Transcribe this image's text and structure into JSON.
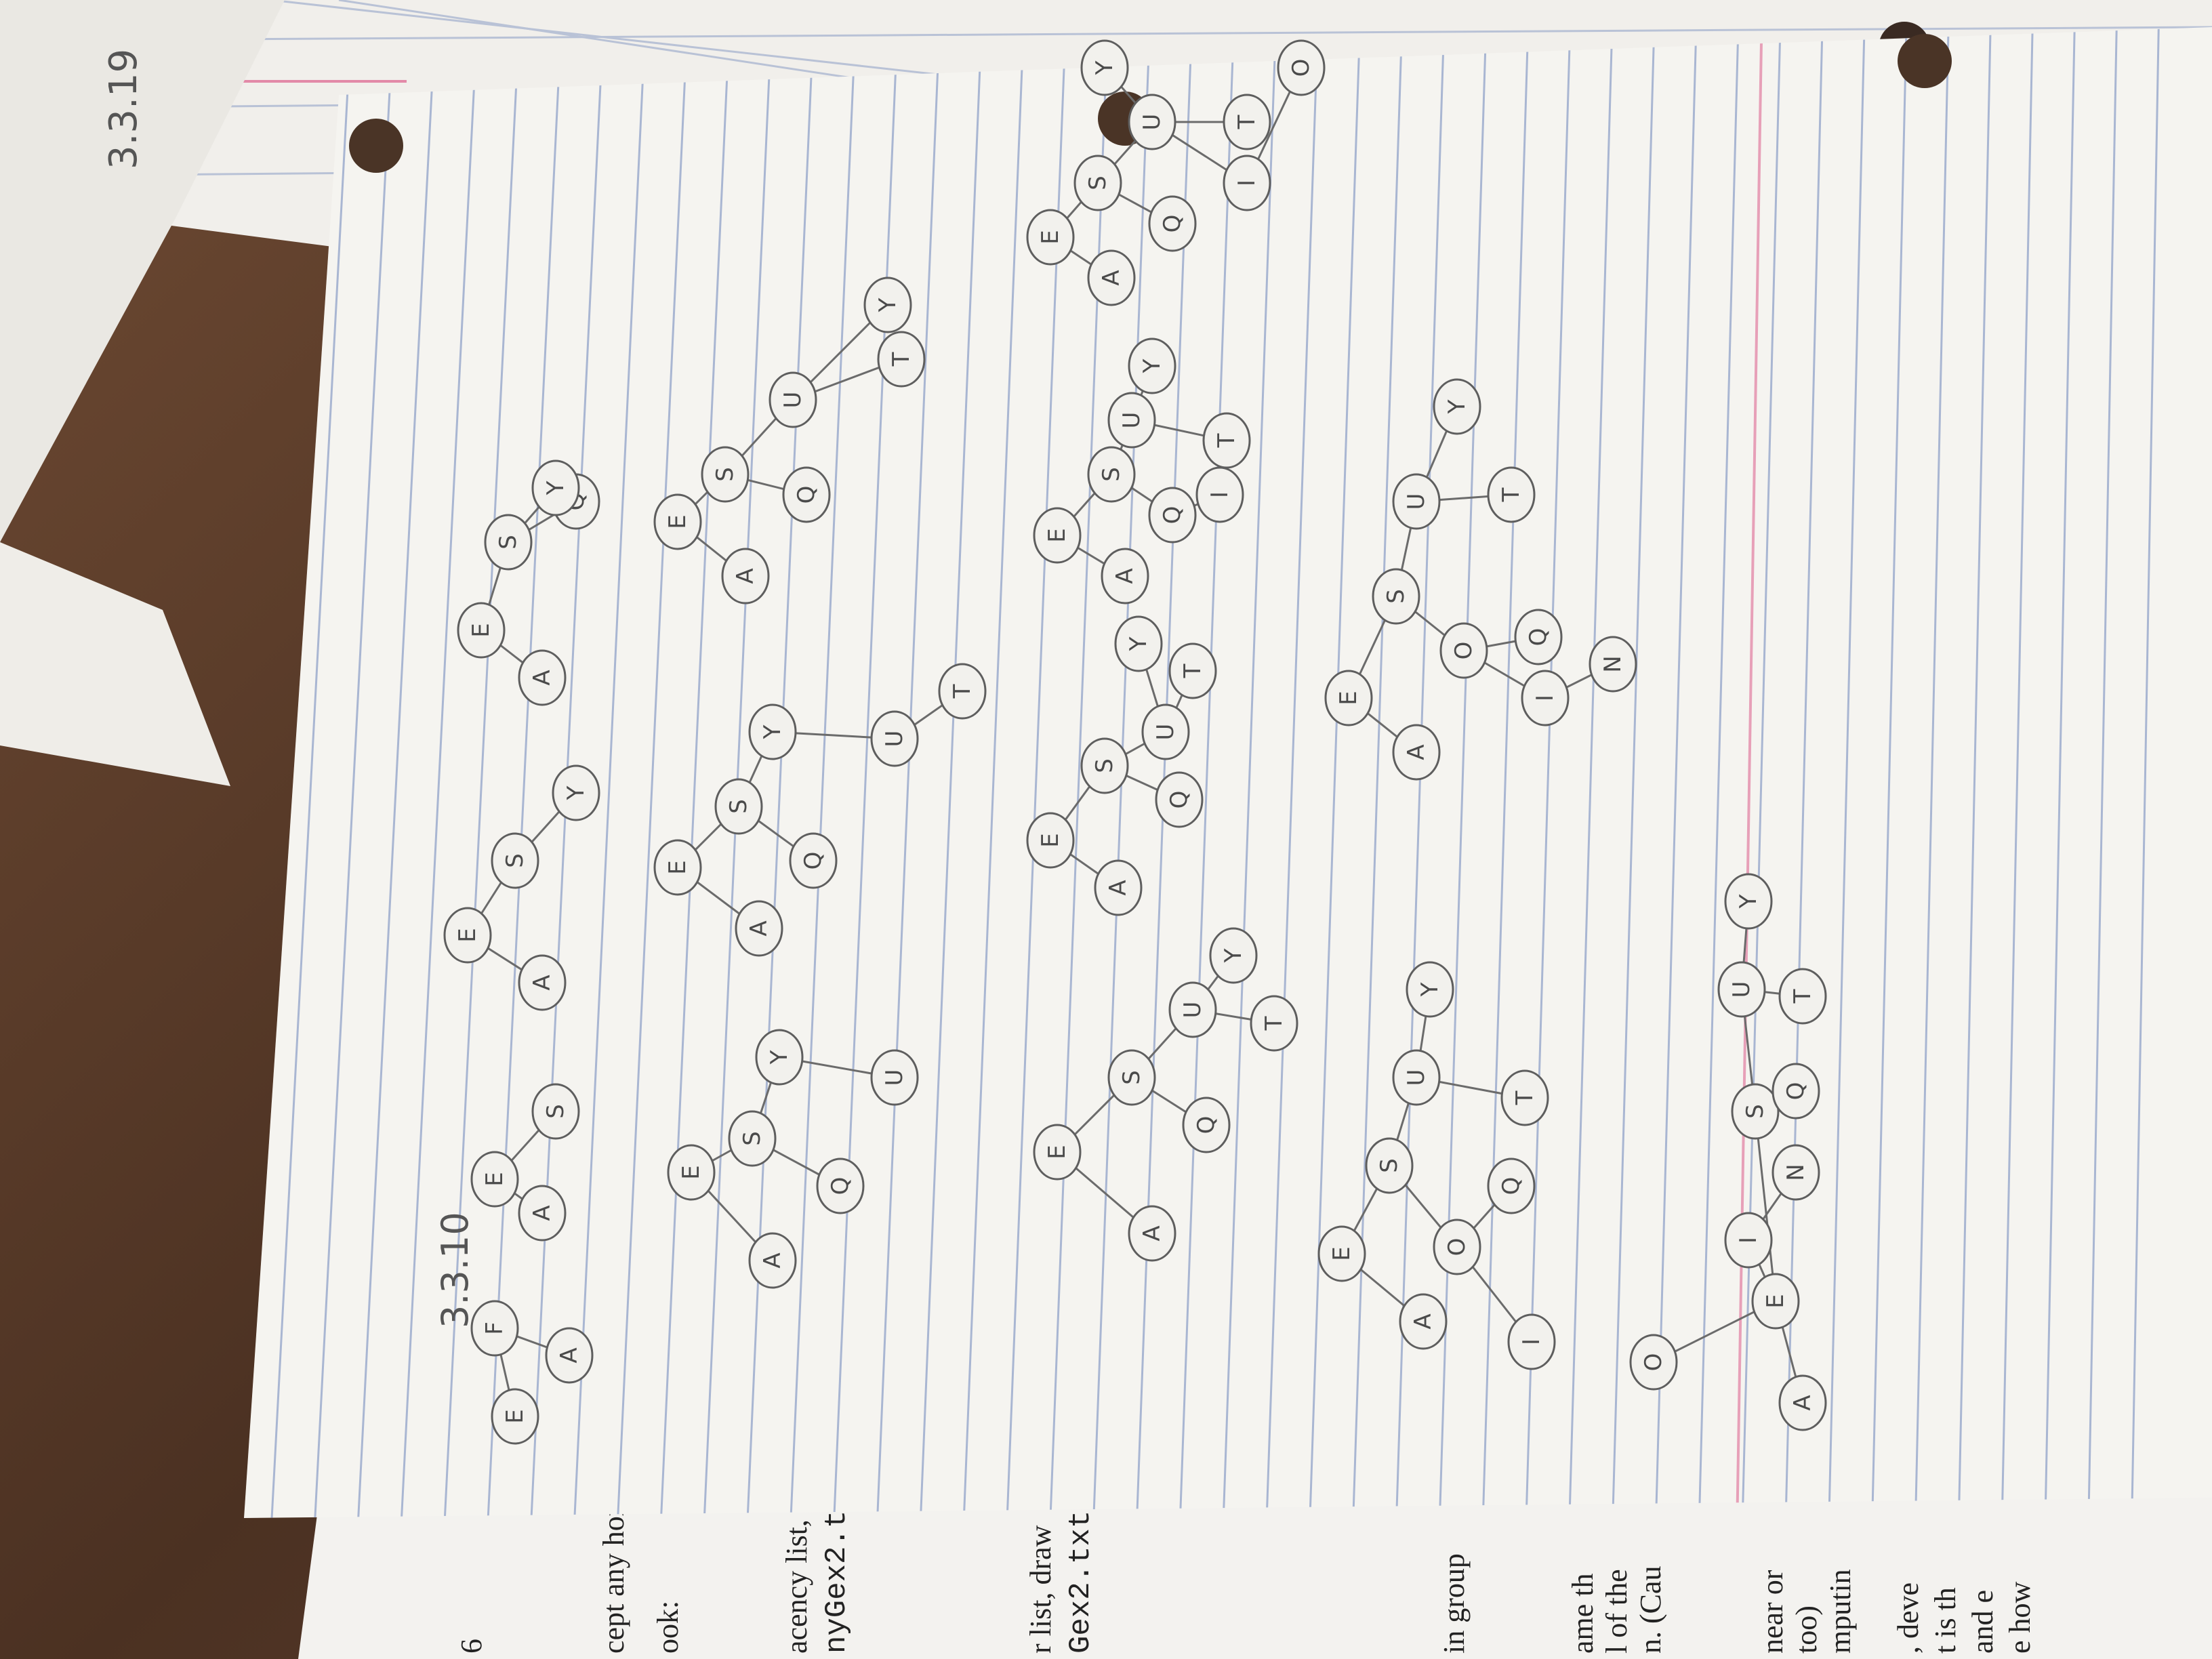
{
  "back_sheet": {
    "date_note": "3.3.19"
  },
  "notebook_page": {
    "section_label": "3.3.10",
    "trees": [
      {
        "id": "t1",
        "nodes": [
          "E",
          "F",
          "A"
        ]
      },
      {
        "id": "t2",
        "nodes": [
          "E",
          "A",
          "S"
        ]
      },
      {
        "id": "t3",
        "nodes": [
          "E",
          "A",
          "S",
          "Y"
        ]
      },
      {
        "id": "t4",
        "nodes": [
          "E",
          "A",
          "S",
          "Q",
          "Y"
        ]
      },
      {
        "id": "t5",
        "nodes": [
          "E",
          "A",
          "S",
          "Q",
          "Y",
          "U"
        ]
      },
      {
        "id": "t6",
        "nodes": [
          "E",
          "A",
          "S",
          "Q",
          "Y",
          "U",
          "T"
        ]
      },
      {
        "id": "t7",
        "nodes": [
          "E",
          "A",
          "S",
          "Q",
          "U",
          "T",
          "Y"
        ]
      },
      {
        "id": "t8",
        "nodes": [
          "E",
          "A",
          "S",
          "Q",
          "U",
          "T",
          "Y"
        ]
      },
      {
        "id": "t9",
        "nodes": [
          "E",
          "A",
          "S",
          "Q",
          "U",
          "T",
          "Y"
        ]
      },
      {
        "id": "t10",
        "nodes": [
          "E",
          "A",
          "S",
          "Q",
          "I",
          "U",
          "T",
          "Y"
        ]
      },
      {
        "id": "t11",
        "nodes": [
          "E",
          "A",
          "S",
          "Q",
          "U",
          "I",
          "T",
          "O",
          "Y"
        ]
      },
      {
        "id": "t12",
        "nodes": [
          "E",
          "A",
          "S",
          "O",
          "I",
          "Q",
          "U",
          "T",
          "Y"
        ]
      },
      {
        "id": "t13",
        "nodes": [
          "E",
          "A",
          "S",
          "O",
          "I",
          "N",
          "Q",
          "U",
          "T",
          "Y"
        ]
      },
      {
        "id": "t14",
        "nodes": [
          "O",
          "E",
          "A",
          "I",
          "N",
          "S",
          "Q",
          "U",
          "T",
          "Y"
        ]
      }
    ]
  },
  "printed_sheet": {
    "lines": [
      "6",
      "cept any hom",
      "ook:",
      "acency list,",
      "nyGex2.t",
      "r list, draw",
      "Gex2.txt",
      "in group",
      "ame th",
      "l of the",
      "n. (Cau",
      "near or",
      "too)",
      "mputin",
      ", deve",
      "t is th",
      "and e",
      "e how"
    ]
  }
}
